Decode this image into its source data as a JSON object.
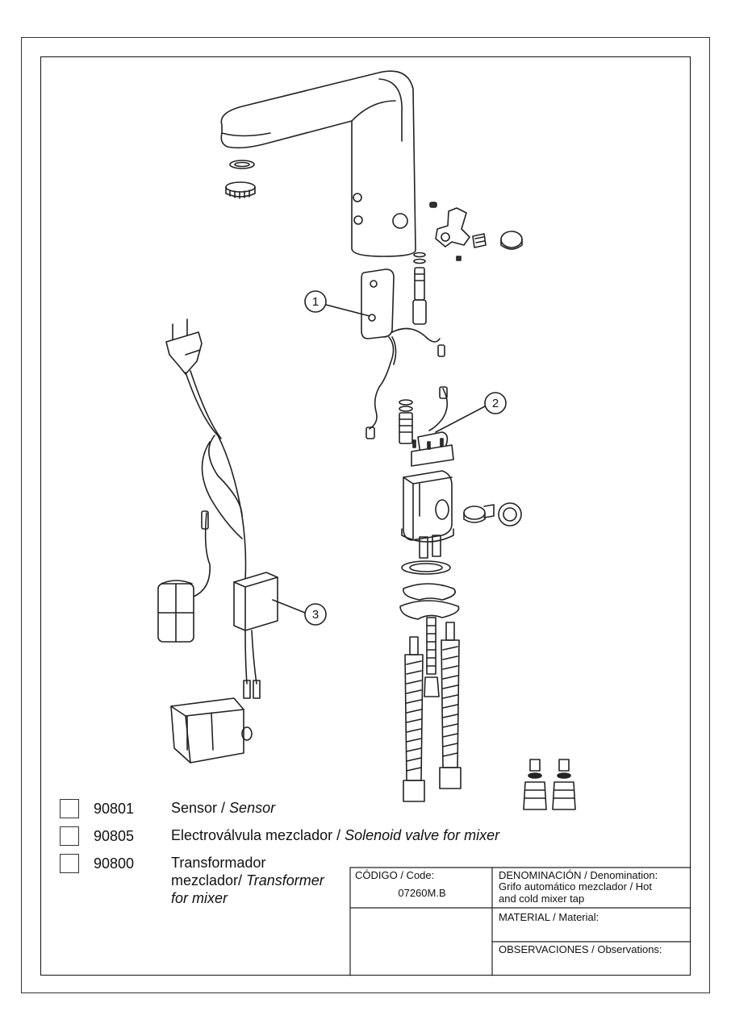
{
  "callouts": [
    "1",
    "2",
    "3"
  ],
  "parts": [
    {
      "code": "90801",
      "name_es": "Sensor / ",
      "name_en": "Sensor"
    },
    {
      "code": "90805",
      "name_es": "Electroválvula mezclador / ",
      "name_en": "Solenoid valve for mixer"
    },
    {
      "code": "90800",
      "name_es_line1": "Transformador",
      "name_es_line2": "mezclador/ ",
      "name_en_line2": "Transformer",
      "name_en_line3": "for mixer"
    }
  ],
  "title_block": {
    "code_label": "CÓDIGO / Code:",
    "code_value": "07260M.B",
    "denomination_label": "DENOMINACIÓN / Denomination:",
    "denomination_value_line1": "Grifo automático mezclador / Hot",
    "denomination_value_line2": "and cold mixer tap",
    "material_label": "MATERIAL / Material:",
    "observations_label": "OBSERVACIONES / Observations:"
  }
}
